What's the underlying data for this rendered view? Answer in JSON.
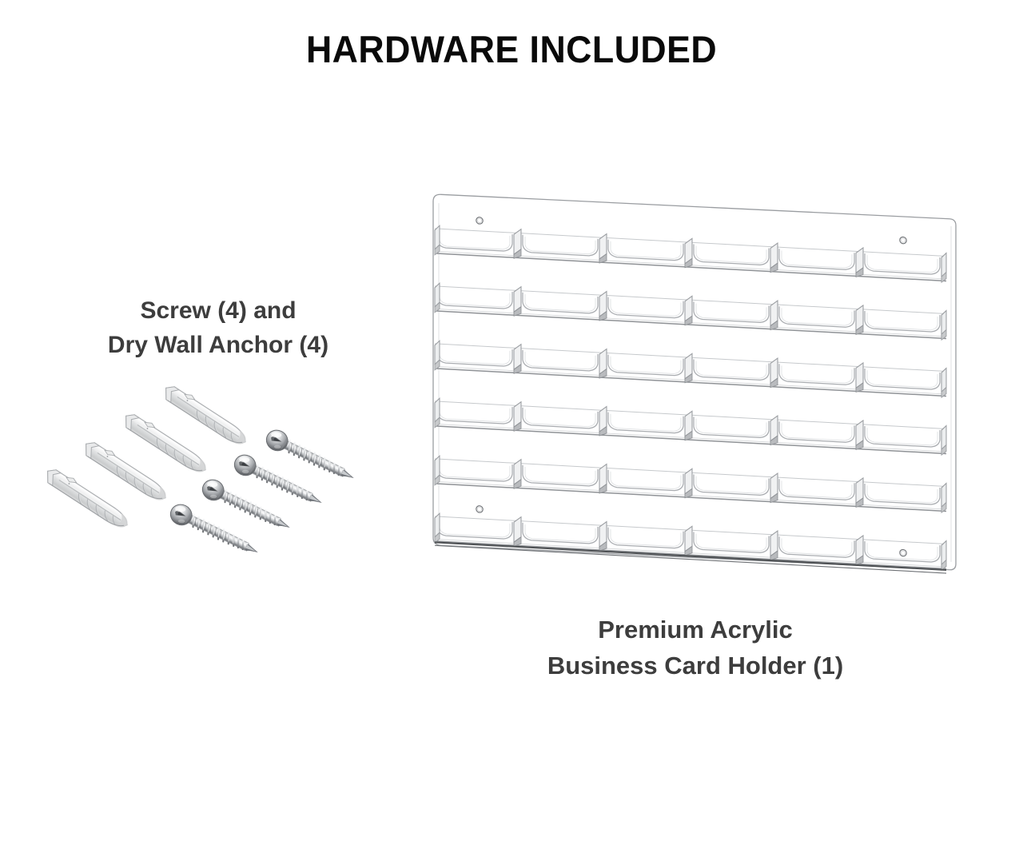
{
  "page": {
    "background_color": "#ffffff",
    "title": "HARDWARE INCLUDED",
    "title_color": "#0a0a0a",
    "caption_color": "#3d3d3d"
  },
  "hardware": {
    "caption_line1": "Screw (4) and",
    "caption_line2": "Dry Wall Anchor (4)",
    "screw": {
      "name": "pan-head wood screw",
      "count": 4,
      "finish": "chrome",
      "color": "#b9bcc0",
      "highlight_color": "#f2f3f5",
      "shadow_color": "#5d6065"
    },
    "anchor": {
      "name": "ribbed drywall anchor",
      "count": 4,
      "material": "translucent plastic",
      "color": "#e4e5e6",
      "outline_color": "#a8abae",
      "shadow_color": "#c3c5c7"
    }
  },
  "holder": {
    "caption_line1": "Premium Acrylic",
    "caption_line2": "Business Card Holder (1)",
    "name": "acrylic business card holder",
    "material": "Premium Acrylic",
    "count": 1,
    "rows": 6,
    "pockets_per_row": 6,
    "total_pockets": 36,
    "mounting_holes": 4,
    "panel_color": "#ffffff",
    "edge_color": "#9a9da1",
    "line_color": "#b0b3b6",
    "dark_line_color": "#4a4d50"
  },
  "icons": {
    "mounting_hole": "mounting-hole-icon",
    "screw": "screw-icon",
    "anchor": "drywall-anchor-icon"
  }
}
